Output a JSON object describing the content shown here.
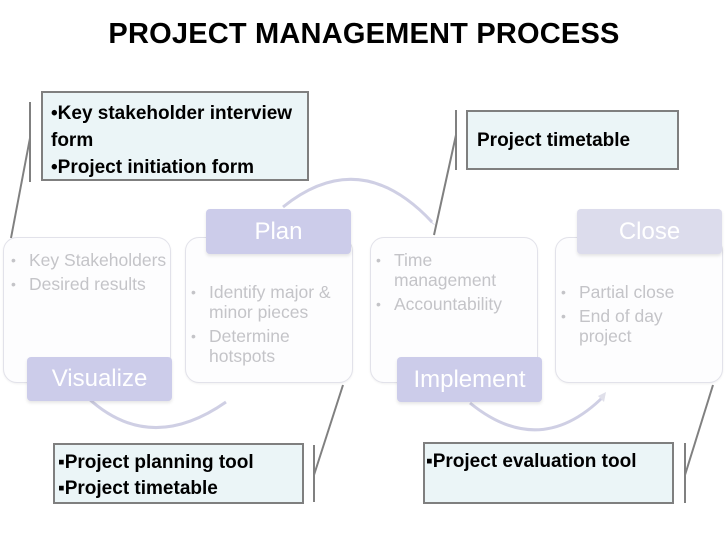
{
  "title": "PROJECT MANAGEMENT PROCESS",
  "colors": {
    "tag_fill": "#ccccea",
    "tag_fill_close": "#dcdcec",
    "card_text": "#c4c4c8",
    "note_fill": "#ebf5f7",
    "note_border": "#7f7f7f",
    "arc": "#cfcfe4"
  },
  "stages": [
    {
      "label": "Visualize",
      "bullets": [
        "Key Stakeholders",
        "Desired results"
      ]
    },
    {
      "label": "Plan",
      "bullets": [
        "Identify major & minor pieces",
        "Determine hotspots"
      ]
    },
    {
      "label": "Implement",
      "bullets": [
        "Time management",
        "Accountability"
      ]
    },
    {
      "label": "Close",
      "bullets": [
        "Partial close",
        "End of day project"
      ]
    }
  ],
  "notes": [
    {
      "stage": "Visualize",
      "bullet_icon": "round-bullet-icon",
      "items": [
        "•Key stakeholder interview form",
        "•Project initiation form"
      ]
    },
    {
      "stage": "Plan",
      "bullet_icon": "square-bullet-icon",
      "items": [
        "▪Project planning tool",
        "▪Project timetable"
      ]
    },
    {
      "stage": "Implement",
      "bullet_icon": "none",
      "items": [
        "Project timetable"
      ]
    },
    {
      "stage": "Close",
      "bullet_icon": "square-bullet-icon",
      "items": [
        "▪Project evaluation tool"
      ]
    }
  ]
}
